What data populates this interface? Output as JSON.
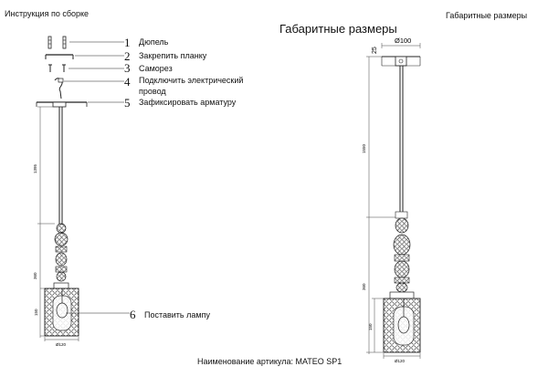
{
  "header": {
    "left_title": "Инструкция по сборке",
    "right_title": "Габаритные размеры",
    "center_title": "Габаритные размеры"
  },
  "steps": [
    {
      "num": "1",
      "label": "Дюпель"
    },
    {
      "num": "2",
      "label": "Закрепить планку"
    },
    {
      "num": "3",
      "label": "Саморез"
    },
    {
      "num": "4",
      "label": "Подключить электрический",
      "label2": "провод"
    },
    {
      "num": "5",
      "label": "Зафиксировать арматуру"
    },
    {
      "num": "6",
      "label": "Поставить лампу"
    }
  ],
  "left_dims": {
    "cable_length": "1395",
    "lower_length": "360",
    "shade_height": "150",
    "shade_width": "Ø120"
  },
  "right_dims": {
    "canopy_diameter": "Ø100",
    "canopy_height": "25",
    "total_length": "1550",
    "lower_length": "360",
    "shade_height": "150",
    "shade_width": "Ø120"
  },
  "footer": {
    "article": "Наименование артикула: MATEO SP1"
  }
}
